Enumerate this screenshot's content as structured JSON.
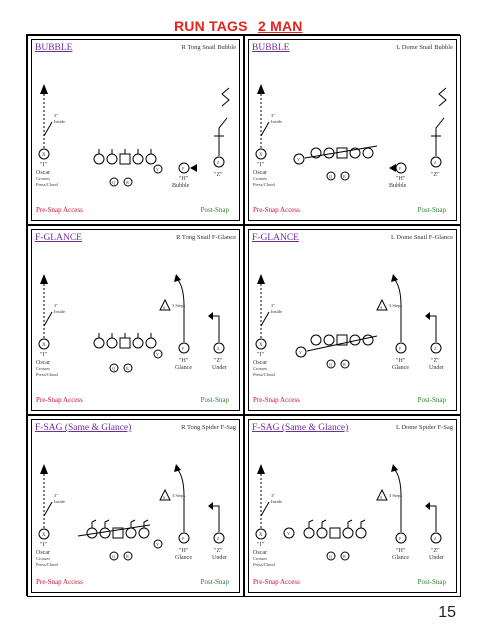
{
  "header": {
    "run_tags": "RUN TAGS",
    "man": "2 MAN"
  },
  "panels": [
    {
      "title": "BUBBLE",
      "call": "R Tong Snail Bubble",
      "pre": "Pre-Snap Access",
      "post": "Post-Snap",
      "x_note": "3\"",
      "x_sub": "Inside",
      "x_label": "\"I\"",
      "oscar": "Oscar",
      "oscar2": "Crosses",
      "oscar3": "Press/Cloud",
      "h_label": "\"H\"",
      "h_name": "Bubble",
      "z_label": "\"Z\""
    },
    {
      "title": "BUBBLE",
      "call": "L Dome Snail Bubble",
      "pre": "Pre-Snap Access",
      "post": "Post-Snap",
      "x_note": "3\"",
      "x_sub": "Inside",
      "x_label": "\"I\"",
      "oscar": "Oscar",
      "oscar2": "Crosses",
      "oscar3": "Press/Cloud",
      "h_label": "\"H\"",
      "h_name": "Bubble",
      "z_label": "\"Z\""
    },
    {
      "title": "F-GLANCE",
      "call": "R Tong Snail F-Glance",
      "pre": "Pre-Snap Access",
      "post": "Post-Snap",
      "x_note": "3\"",
      "x_sub": "Inside",
      "x_label": "\"I\"",
      "oscar": "Oscar",
      "oscar2": "Crosses",
      "oscar3": "Press/Cloud",
      "h_label": "\"H\"",
      "h_name": "Glance",
      "z_label": "\"Z\"",
      "z_name": "Under",
      "steps": "3 Steps"
    },
    {
      "title": "F-GLANCE",
      "call": "L Dome Snail F-Glance",
      "pre": "Pre-Snap Access",
      "post": "Post-Snap",
      "x_note": "3\"",
      "x_sub": "Inside",
      "x_label": "\"I\"",
      "oscar": "Oscar",
      "oscar2": "Crosses",
      "oscar3": "Press/Cloud",
      "h_label": "\"H\"",
      "h_name": "Glance",
      "z_label": "\"Z\"",
      "z_name": "Under",
      "steps": "3 Steps"
    },
    {
      "title": "F-SAG (Same & Glance)",
      "call": "R Tong Spider F-Sag",
      "pre": "Pre-Snap Access",
      "post": "Post-Snap",
      "x_note": "3\"",
      "x_sub": "Inside",
      "x_label": "\"I\"",
      "oscar": "Oscar",
      "oscar2": "Crosses",
      "oscar3": "Press/Cloud",
      "h_label": "\"H\"",
      "h_name": "Glance",
      "z_label": "\"Z\"",
      "z_name": "Under",
      "steps": "3 Steps"
    },
    {
      "title": "F-SAG (Same & Glance)",
      "call": "L Dome Spider F-Sag",
      "pre": "Pre-Snap Access",
      "post": "Post-Snap",
      "x_note": "3\"",
      "x_sub": "Inside",
      "x_label": "\"I\"",
      "oscar": "Oscar",
      "oscar2": "Crosses",
      "oscar3": "Press/Cloud",
      "h_label": "\"H\"",
      "h_name": "Glance",
      "z_label": "\"Z\"",
      "z_name": "Under",
      "steps": "3 Steps"
    }
  ],
  "page_number": "15",
  "colors": {
    "title": "#6f2c91",
    "pre": "#c8102e",
    "post": "#2e7d32",
    "header": "#e3241c"
  }
}
